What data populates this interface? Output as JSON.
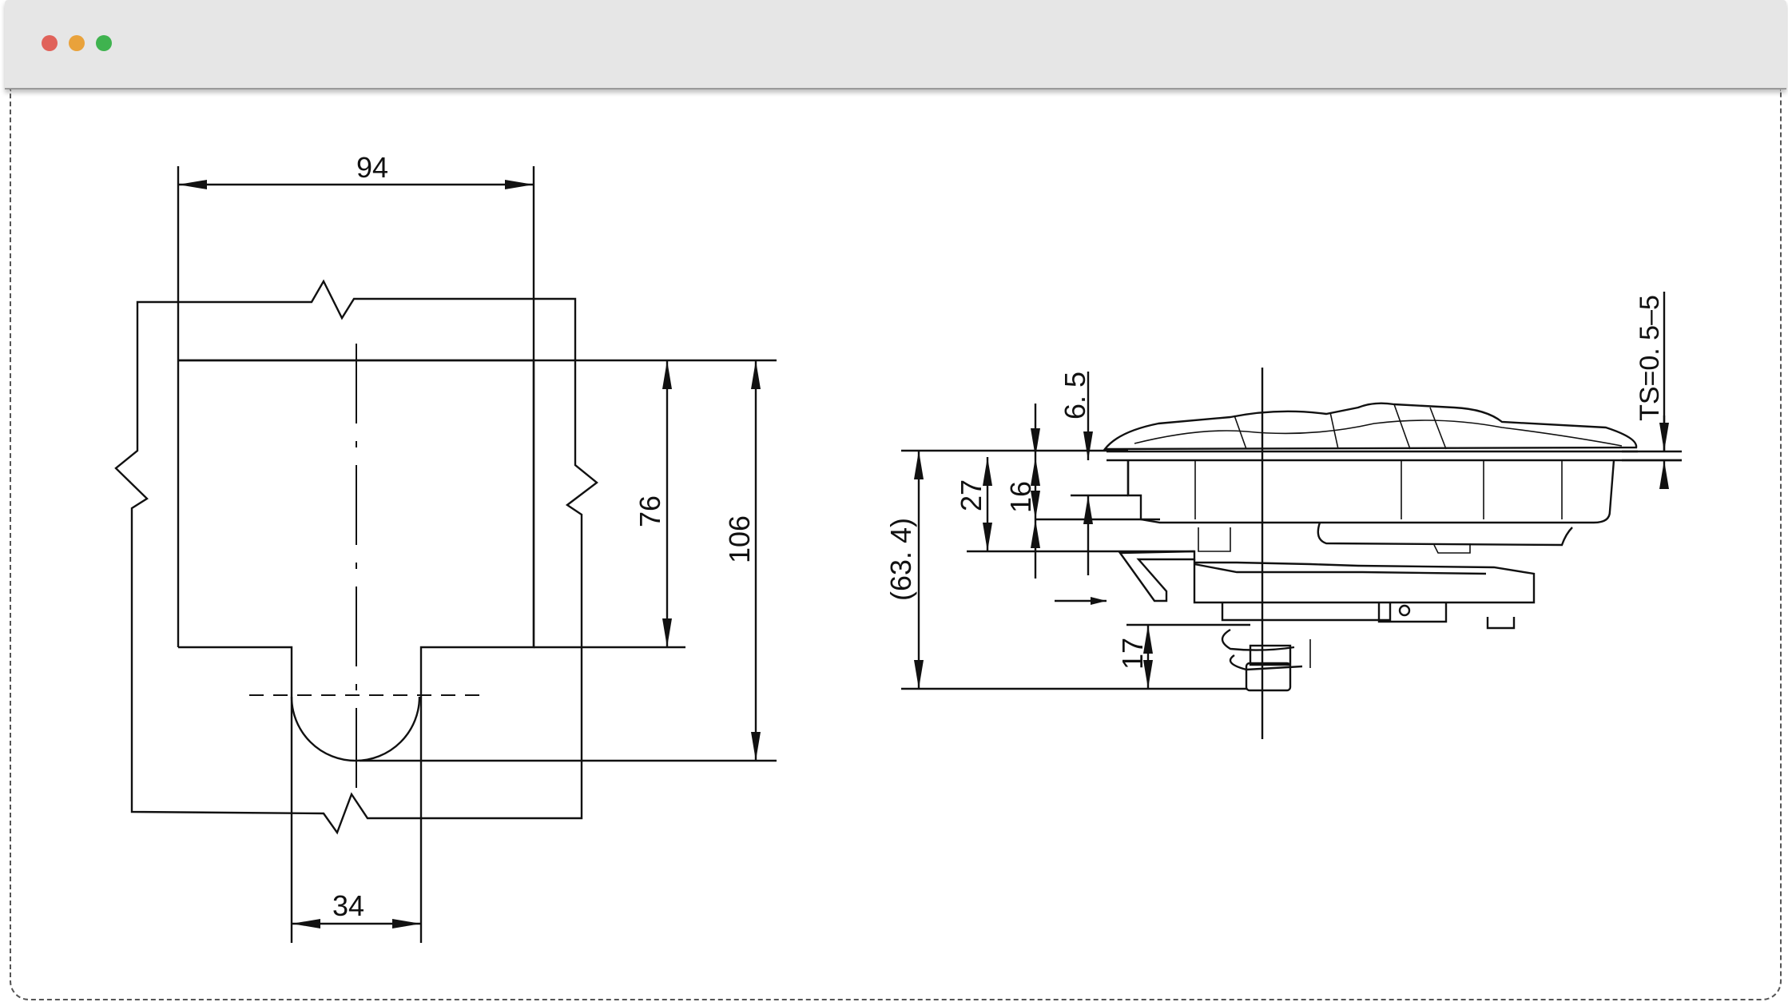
{
  "window": {
    "traffic_lights": {
      "close_color": "#e0625a",
      "minimize_color": "#e9a23b",
      "maximize_color": "#3fb34f"
    }
  },
  "cutout_view": {
    "dim_width": "94",
    "dim_slot_height": "76",
    "dim_total_height": "106",
    "dim_slot_width": "34"
  },
  "side_view": {
    "dim_overall": "(63. 4)",
    "dim_27": "27",
    "dim_16": "16",
    "dim_6_5": "6. 5",
    "dim_17": "17",
    "panel_thickness": "TS=0. 5–5"
  }
}
